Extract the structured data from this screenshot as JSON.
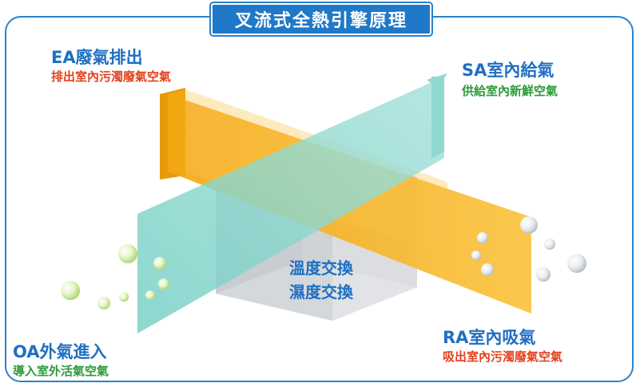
{
  "title": "叉流式全熱引擎原理",
  "labels": {
    "ea": {
      "main": "EA廢氣排出",
      "sub": "排出室內污濁廢氣空氣"
    },
    "sa": {
      "main": "SA室內給氣",
      "sub": "供給室內新鮮空氣"
    },
    "oa": {
      "main": "OA外氣進入",
      "sub": "導入室外活氣空氣"
    },
    "ra": {
      "main": "RA室內吸氣",
      "sub": "吸出室內污濁廢氣空氣"
    }
  },
  "center": {
    "line1": "溫度交換",
    "line2": "濕度交換"
  },
  "colors": {
    "frame": "#2b82c8",
    "title_bg": "#1f78c8",
    "label_blue": "#1f6fc2",
    "sub_red": "#e4401c",
    "sub_green": "#2c9a3a",
    "exhaust_plane": "#f7b21a",
    "supply_plane": "#7fd3c9",
    "core": "#d6d8dc"
  }
}
